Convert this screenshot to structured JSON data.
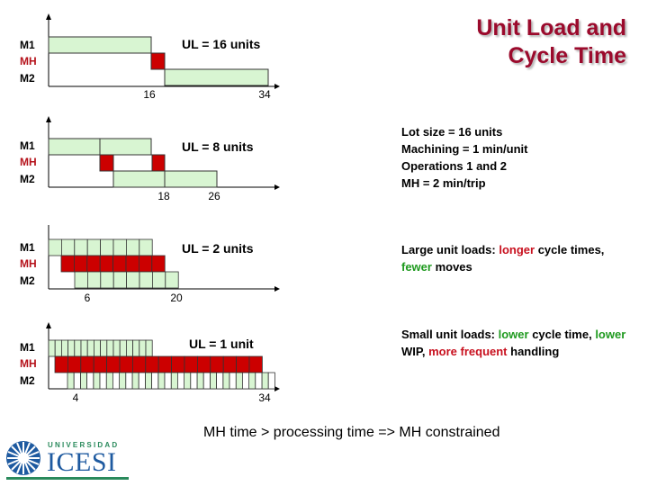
{
  "title": {
    "line1": "Unit Load and",
    "line2": "Cycle Time"
  },
  "row_labels": {
    "m1": "M1",
    "mh": "MH",
    "m2": "M2"
  },
  "colors": {
    "machine": "#d8f5d2",
    "handling": "#cc0000",
    "title": "#9b0a2c",
    "text_red": "#c8101e",
    "text_green": "#1f9a1f"
  },
  "charts": [
    {
      "ul_label": "UL = 16 units",
      "ticks": [
        "16",
        "34"
      ]
    },
    {
      "ul_label": "UL = 8 units",
      "ticks": [
        "18",
        "26"
      ]
    },
    {
      "ul_label": "UL = 2 units",
      "ticks": [
        "6",
        "20"
      ]
    },
    {
      "ul_label": "UL = 1 unit",
      "ticks": [
        "4",
        "34"
      ]
    }
  ],
  "params": {
    "lines": [
      "Lot size = 16 units",
      "Machining = 1 min/unit",
      "Operations 1 and 2",
      "MH = 2 min/trip"
    ]
  },
  "large": {
    "p1": "Large unit loads: ",
    "w1": "longer",
    "p2": " cycle times, ",
    "w2": "fewer",
    "p3": " moves"
  },
  "small": {
    "p1": "Small unit loads: ",
    "w1": "lower",
    "p2": " cycle time, ",
    "w2": "lower",
    "p3": " WIP, ",
    "w3": "more frequent",
    "p4": " handling"
  },
  "footer": "MH time > processing time => MH constrained",
  "logo": {
    "top": "UNIVERSIDAD",
    "name": "ICESI"
  }
}
